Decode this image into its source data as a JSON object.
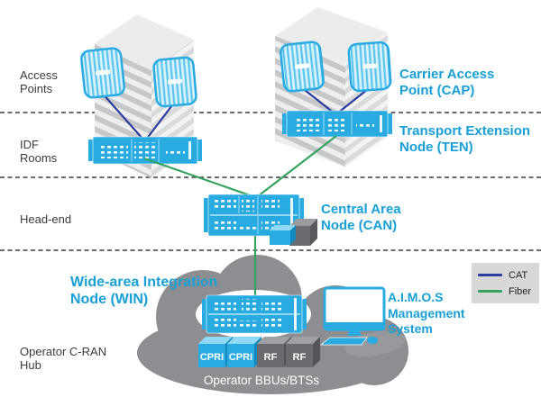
{
  "zones": {
    "access_points": "Access Points",
    "idf_rooms": "IDF Rooms",
    "head_end": "Head-end",
    "operator_cran_hub": "Operator C-RAN Hub"
  },
  "nodes": {
    "cap": "Carrier Access Point (CAP)",
    "ten": "Transport Extension Node (TEN)",
    "can": "Central Area Node (CAN)",
    "win": "Wide-area Integration Node (WIN)",
    "aimos": "A.I.M.O.S Management System",
    "operator_bbus": "Operator BBUs/BTSs"
  },
  "hub_cubes": [
    {
      "label": "CPRI",
      "type": "cpri"
    },
    {
      "label": "CPRI",
      "type": "cpri"
    },
    {
      "label": "RF",
      "type": "rf"
    },
    {
      "label": "RF",
      "type": "rf"
    }
  ],
  "legend": {
    "items": [
      {
        "label": "CAT",
        "color": "#2b3e9e"
      },
      {
        "label": "Fiber",
        "color": "#35a35f"
      }
    ]
  },
  "colors": {
    "device_blue": "#29abe2",
    "label_cyan": "#18a0d6",
    "cat_line": "#2b3e9e",
    "fiber_line": "#35a35f",
    "cloud_gray": "#8d8e91",
    "cube_gray": "#6a6b6e",
    "separator": "#3c3c3c"
  }
}
